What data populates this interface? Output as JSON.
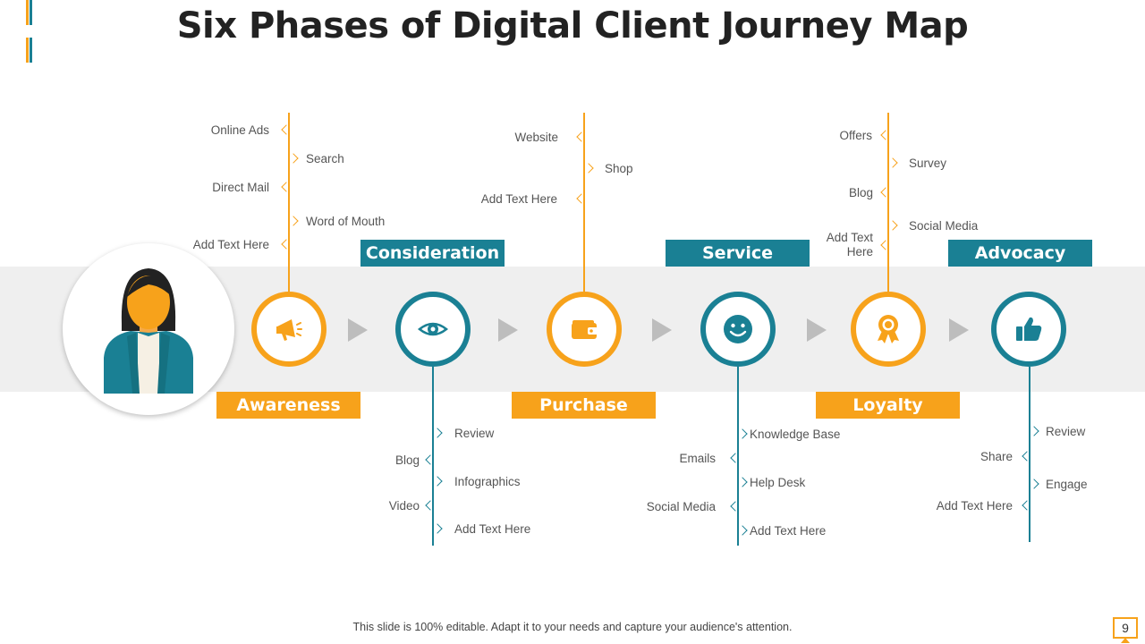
{
  "title": "Six Phases of Digital Client Journey Map",
  "colors": {
    "orange": "#f7a21b",
    "teal": "#1a8094",
    "band": "#efefef",
    "arrow": "#bdbdbd"
  },
  "avatar": {
    "icon": "woman-avatar-icon"
  },
  "phases": [
    {
      "label": "Awareness",
      "icon": "megaphone-icon",
      "color": "orange",
      "items": [
        "Online Ads",
        "Search",
        "Direct Mail",
        "Word of Mouth",
        "Add Text Here"
      ]
    },
    {
      "label": "Consideration",
      "icon": "eye-icon",
      "color": "teal",
      "items": [
        "Review",
        "Blog",
        "Infographics",
        "Video",
        "Add Text Here"
      ]
    },
    {
      "label": "Purchase",
      "icon": "wallet-icon",
      "color": "orange",
      "items": [
        "Website",
        "Shop",
        "Add Text Here"
      ]
    },
    {
      "label": "Service",
      "icon": "smiley-icon",
      "color": "teal",
      "items": [
        "Knowledge Base",
        "Emails",
        "Help Desk",
        "Social Media",
        "Add Text Here"
      ]
    },
    {
      "label": "Loyalty",
      "icon": "award-ribbon-icon",
      "color": "orange",
      "items": [
        "Offers",
        "Survey",
        "Blog",
        "Social Media",
        "Add Text Here"
      ]
    },
    {
      "label": "Advocacy",
      "icon": "thumbs-up-icon",
      "color": "teal",
      "items": [
        "Review",
        "Share",
        "Engage",
        "Add Text Here"
      ]
    }
  ],
  "footer": "This slide is 100% editable. Adapt it to your needs and capture your audience's attention.",
  "page_number": "9"
}
